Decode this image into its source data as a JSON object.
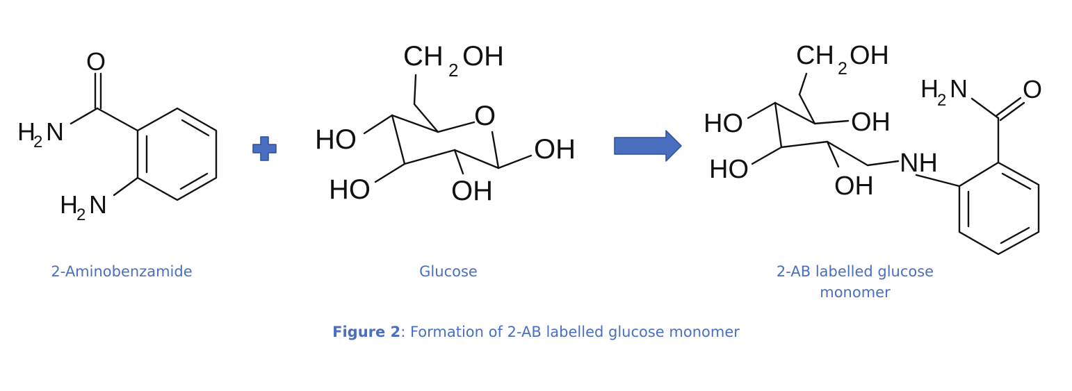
{
  "molecules": {
    "aminobenzamide": {
      "name": "2-Aminobenzamide",
      "atoms": {
        "o": "O",
        "nh2_amide": "H",
        "nh2_amide_sub": "2",
        "nh2_amide_n": "N",
        "nh2_ring": "H",
        "nh2_ring_sub": "2",
        "nh2_ring_n": "N"
      }
    },
    "glucose": {
      "name": "Glucose",
      "atoms": {
        "ch2oh_a": "CH",
        "ch2oh_sub": "2",
        "ch2oh_b": "OH",
        "ring_o": "O",
        "ho_top": "HO",
        "ho_bottom": "HO",
        "oh_right": "OH",
        "oh_bottom": "OH"
      }
    },
    "product": {
      "name_line1": "2-AB labelled glucose",
      "name_line2": "monomer",
      "atoms": {
        "ch2oh_a": "CH",
        "ch2oh_sub": "2",
        "ch2oh_b": "OH",
        "ho_top": "HO",
        "oh_right": "OH",
        "ho_bottom": "HO",
        "oh_bottom": "OH",
        "nh": "NH",
        "amide_h": "H",
        "amide_sub": "2",
        "amide_n": "N",
        "amide_o": "O"
      }
    }
  },
  "operators": {
    "plus_icon": "plus-icon",
    "arrow_icon": "reaction-arrow-icon"
  },
  "colors": {
    "accent": "#4a6fc0",
    "bond": "#111111"
  },
  "figure": {
    "label": "Figure 2",
    "text": ": Formation of 2-AB labelled glucose monomer"
  }
}
